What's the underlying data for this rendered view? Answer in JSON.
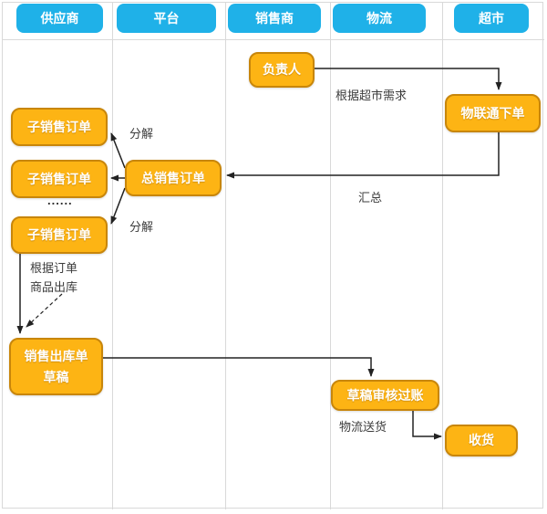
{
  "lanes": [
    {
      "label": "供应商"
    },
    {
      "label": "平台"
    },
    {
      "label": "销售商"
    },
    {
      "label": "物流"
    },
    {
      "label": "超市"
    }
  ],
  "nodes": [
    {
      "label": "负责人"
    },
    {
      "label": "物联通下单"
    },
    {
      "label": "子销售订单"
    },
    {
      "label": "子销售订单"
    },
    {
      "label": "子销售订单"
    },
    {
      "label": "总销售订单"
    },
    {
      "label": "销售出库单",
      "label2": "草稿"
    },
    {
      "label": "草稿审核过账"
    },
    {
      "label": "收货"
    }
  ],
  "edge_labels": {
    "by_supermarket_demand": "根据超市需求",
    "summarize": "汇总",
    "split_top": "分解",
    "split_bottom": "分解",
    "ellipsis": "......",
    "per_order": "根据订单",
    "goods_outbound": "商品出库",
    "logistics_delivery": "物流送货"
  },
  "colors": {
    "lane_header": "#1fb1e8",
    "node_fill": "#fdb414",
    "node_border": "#c8860b",
    "grid_line": "#d9d9d9",
    "arrow": "#222222",
    "label_text": "#3c3c3c"
  }
}
